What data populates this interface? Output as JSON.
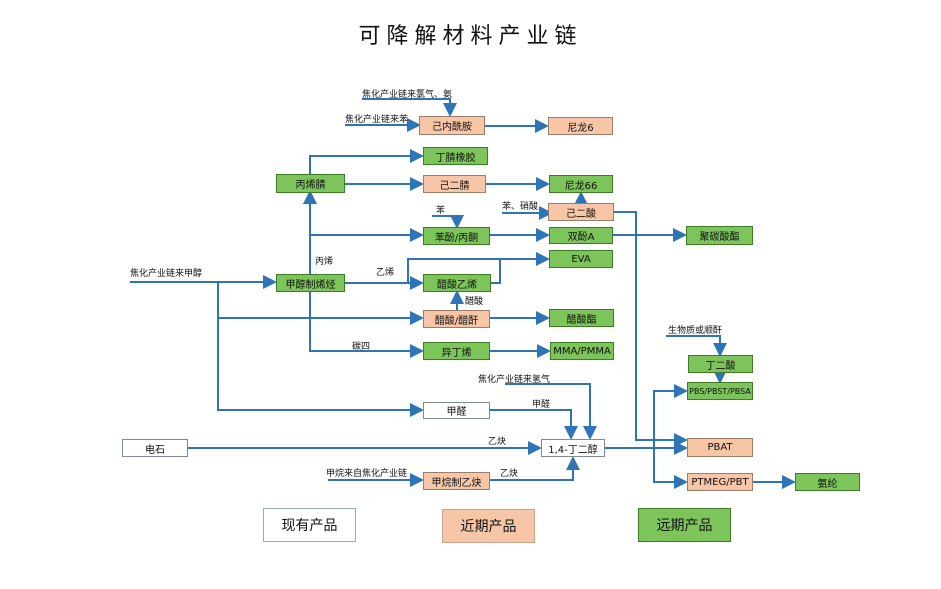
{
  "title": "可降解材料产业链",
  "boxes": {
    "caprolactam": "己内酰胺",
    "nylon6": "尼龙6",
    "nitrile_rubber": "丁腈橡胶",
    "acrylonitrile": "丙烯腈",
    "adiponitrile": "己二腈",
    "nylon66": "尼龙66",
    "adipic_acid": "己二酸",
    "phenol_acetone": "苯酚/丙酮",
    "bisphenol_a": "双酚A",
    "polycarbonate": "聚碳酸酯",
    "eva": "EVA",
    "mto": "甲醇制烯烃",
    "vinyl_acetate": "醋酸乙烯",
    "acetic_anhydride": "醋酸/醋酐",
    "acetate_ester": "醋酸酯",
    "isobutylene": "异丁烯",
    "mma": "MMA/PMMA",
    "succinic_acid": "丁二酸",
    "pbs": "PBS/PBST/PBSA",
    "formaldehyde_box": "甲醛",
    "bdo": "1,4-丁二醇",
    "pbat": "PBAT",
    "calcium_carbide": "电石",
    "methane_acetylene": "甲烷制乙炔",
    "ptmeg": "PTMEG/PBT",
    "spandex": "氨纶"
  },
  "labels": {
    "coke_chlorine_ammonia": "焦化产业链来氯气、氨",
    "coke_benzene": "焦化产业链来苯",
    "coke_methanol": "焦化产业链来甲醇",
    "propylene": "丙烯",
    "ethylene": "乙烯",
    "benzene": "苯",
    "benzene_nitric": "苯、硝酸",
    "acetic_acid": "醋酸",
    "c4": "碳四",
    "biomass": "生物质或顺酐",
    "coke_hydrogen": "焦化产业链来氢气",
    "formaldehyde": "甲醛",
    "acetylene1": "乙炔",
    "methane_coke": "甲烷来自焦化产业链",
    "acetylene2": "乙炔"
  },
  "legend": {
    "existing": "现有产品",
    "near_term": "近期产品",
    "long_term": "远期产品"
  },
  "colors": {
    "arrow": "#2e75b6",
    "green": "#7dc45a",
    "peach": "#f7c6a7"
  }
}
